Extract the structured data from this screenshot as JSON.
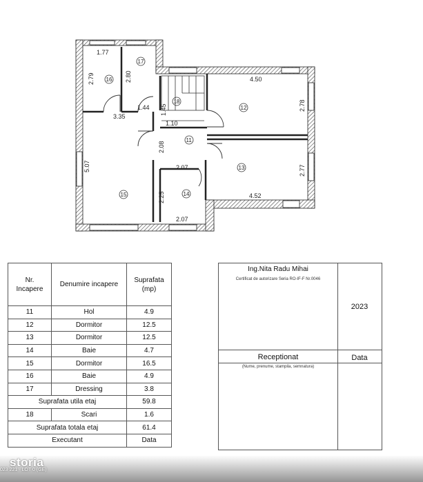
{
  "plan": {
    "dimensions": [
      "1.77",
      "2.79",
      "2.80",
      "3.35",
      "1.44",
      "1.45",
      "1.10",
      "4.50",
      "2.78",
      "2.08",
      "2.07",
      "5.07",
      "2.77",
      "4.52",
      "2.25",
      "2.07"
    ],
    "room_numbers": [
      "16",
      "17",
      "18",
      "12",
      "11",
      "13",
      "15",
      "14"
    ]
  },
  "table": {
    "headers": {
      "nr": "Nr.\nIncapere",
      "name": "Denumire incapere",
      "area": "Suprafata\n(mp)"
    },
    "rows": [
      {
        "nr": "11",
        "name": "Hol",
        "area": "4.9"
      },
      {
        "nr": "12",
        "name": "Dormitor",
        "area": "12.5"
      },
      {
        "nr": "13",
        "name": "Dormitor",
        "area": "12.5"
      },
      {
        "nr": "14",
        "name": "Baie",
        "area": "4.7"
      },
      {
        "nr": "15",
        "name": "Dormitor",
        "area": "16.5"
      },
      {
        "nr": "16",
        "name": "Baie",
        "area": "4.9"
      },
      {
        "nr": "17",
        "name": "Dressing",
        "area": "3.8"
      }
    ],
    "useful_label": "Suprafata utila etaj",
    "useful_value": "59.8",
    "stairs": {
      "nr": "18",
      "name": "Scari",
      "area": "1.6"
    },
    "total_label": "Suprafata totala etaj",
    "total_value": "61.4",
    "executant_label": "Executant",
    "data_label": "Data"
  },
  "engineer": {
    "name": "Ing.Nita Radu Mihai",
    "certificate": "Certificat de autorizare Seria RO-IF-F Nr.0046",
    "year": "2023",
    "received_label": "Receptionat",
    "date_label": "Data",
    "signature_hint": "(Nume, prenume, stampila, semnatura)"
  },
  "watermark": {
    "brand": "storia",
    "code": "023 221 · LOT 0 (GE)"
  }
}
